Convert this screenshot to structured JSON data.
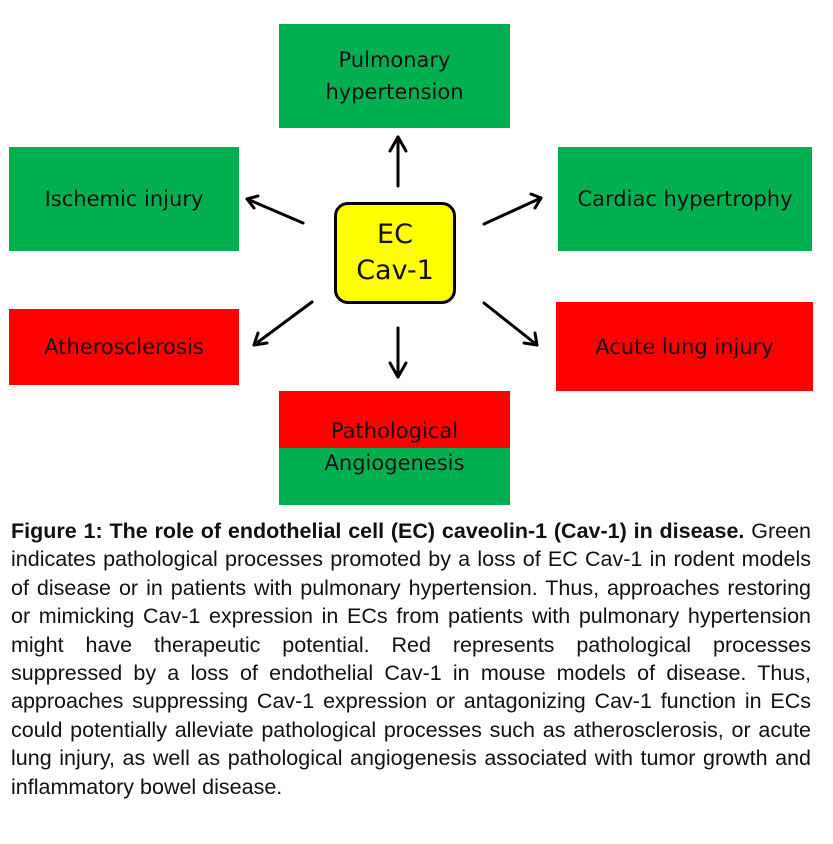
{
  "diagram": {
    "center": {
      "line1": "EC",
      "line2": "Cav-1",
      "color": "#ffff00"
    },
    "colors": {
      "green": "#00b050",
      "red": "#ff0000"
    },
    "nodes": {
      "pulmonary_hypertension": {
        "line1": "Pulmonary",
        "line2": "hypertension",
        "color": "green"
      },
      "ischemic_injury": {
        "label": "Ischemic injury",
        "color": "green"
      },
      "cardiac_hypertrophy": {
        "label": "Cardiac hypertrophy",
        "color": "green"
      },
      "atherosclerosis": {
        "label": "Atherosclerosis",
        "color": "red"
      },
      "acute_lung_injury": {
        "label": "Acute lung injury",
        "color": "red"
      },
      "pathological_angiogenesis": {
        "line1": "Pathological",
        "line2": "Angiogenesis",
        "color": "red/green"
      }
    }
  },
  "caption": {
    "title": "Figure 1: The role of endothelial cell (EC) caveolin-1 (Cav-1) in disease.",
    "body": "Green indicates pathological processes promoted by a loss of EC Cav-1 in rodent models of disease or in patients with pulmonary hypertension. Thus, approaches restoring or mimicking Cav-1 expression in ECs from patients with pulmonary hypertension might have therapeutic potential. Red represents pathological processes suppressed by a loss of endothelial Cav-1 in mouse models of disease. Thus, approaches suppressing Cav-1 expression or antagonizing Cav-1 function in ECs could potentially alleviate pathological processes such as atherosclerosis, or acute lung injury, as well as pathological angiogenesis associated with tumor growth and inflammatory bowel disease."
  }
}
